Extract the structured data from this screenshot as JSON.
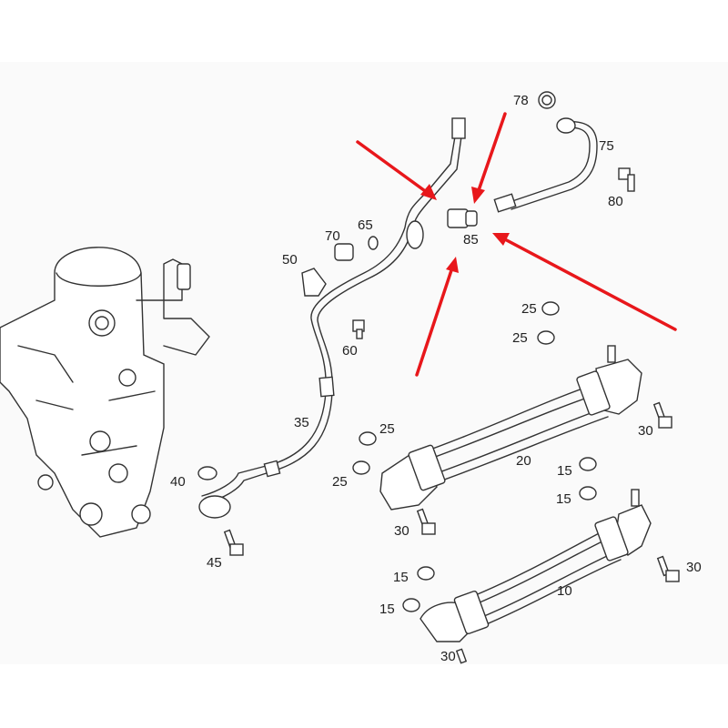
{
  "diagram": {
    "type": "exploded-parts-diagram",
    "labels": [
      "78",
      "75",
      "80",
      "70",
      "65",
      "50",
      "85",
      "60",
      "25",
      "25",
      "35",
      "25",
      "25",
      "20",
      "30",
      "15",
      "15",
      "40",
      "30",
      "45",
      "15",
      "15",
      "10",
      "30",
      "30"
    ],
    "highlight_color": "#e8171b",
    "highlighted_part": "85"
  }
}
